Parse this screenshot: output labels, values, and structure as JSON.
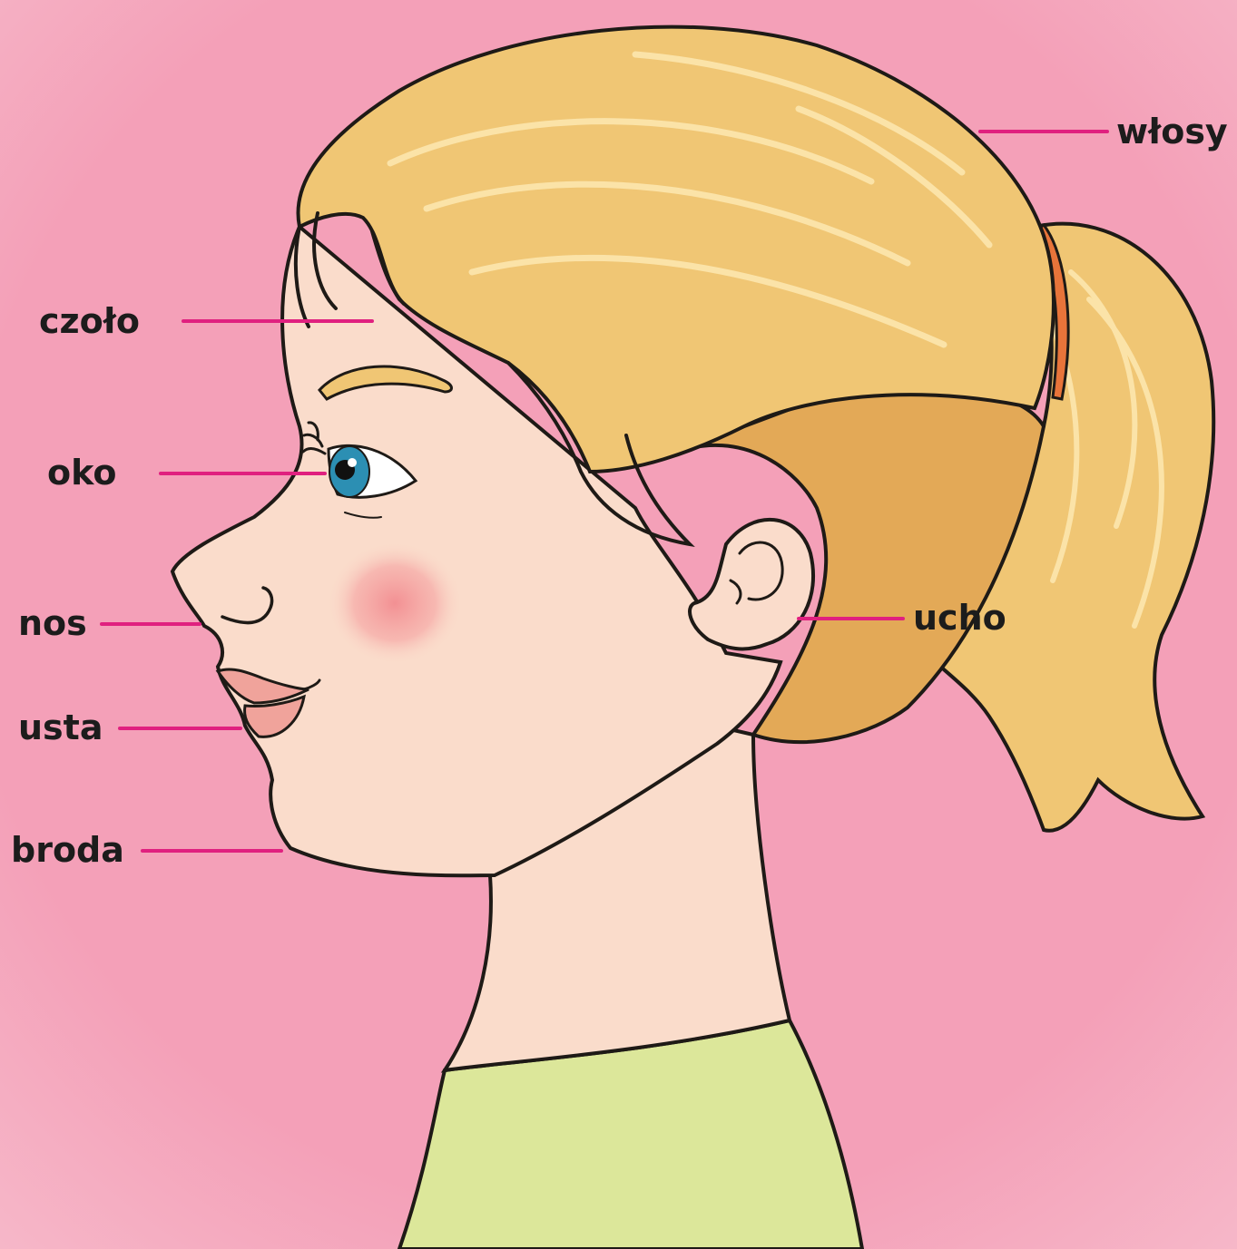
{
  "labels": {
    "wlosy": "włosy",
    "czolo": "czoło",
    "oko": "oko",
    "nos": "nos",
    "ucho": "ucho",
    "usta": "usta",
    "broda": "broda"
  },
  "colors": {
    "background": "#f4a0b8",
    "leader_line": "#e0207f",
    "skin": "#fadccb",
    "hair": "#f0c674",
    "hair_shadow": "#e3a957",
    "shirt": "#dce79a",
    "hair_tie": "#e8743a",
    "iris": "#2c8fb3",
    "lips": "#f0a39b",
    "blush": "#f49a9a",
    "outline": "#1e1a16"
  }
}
